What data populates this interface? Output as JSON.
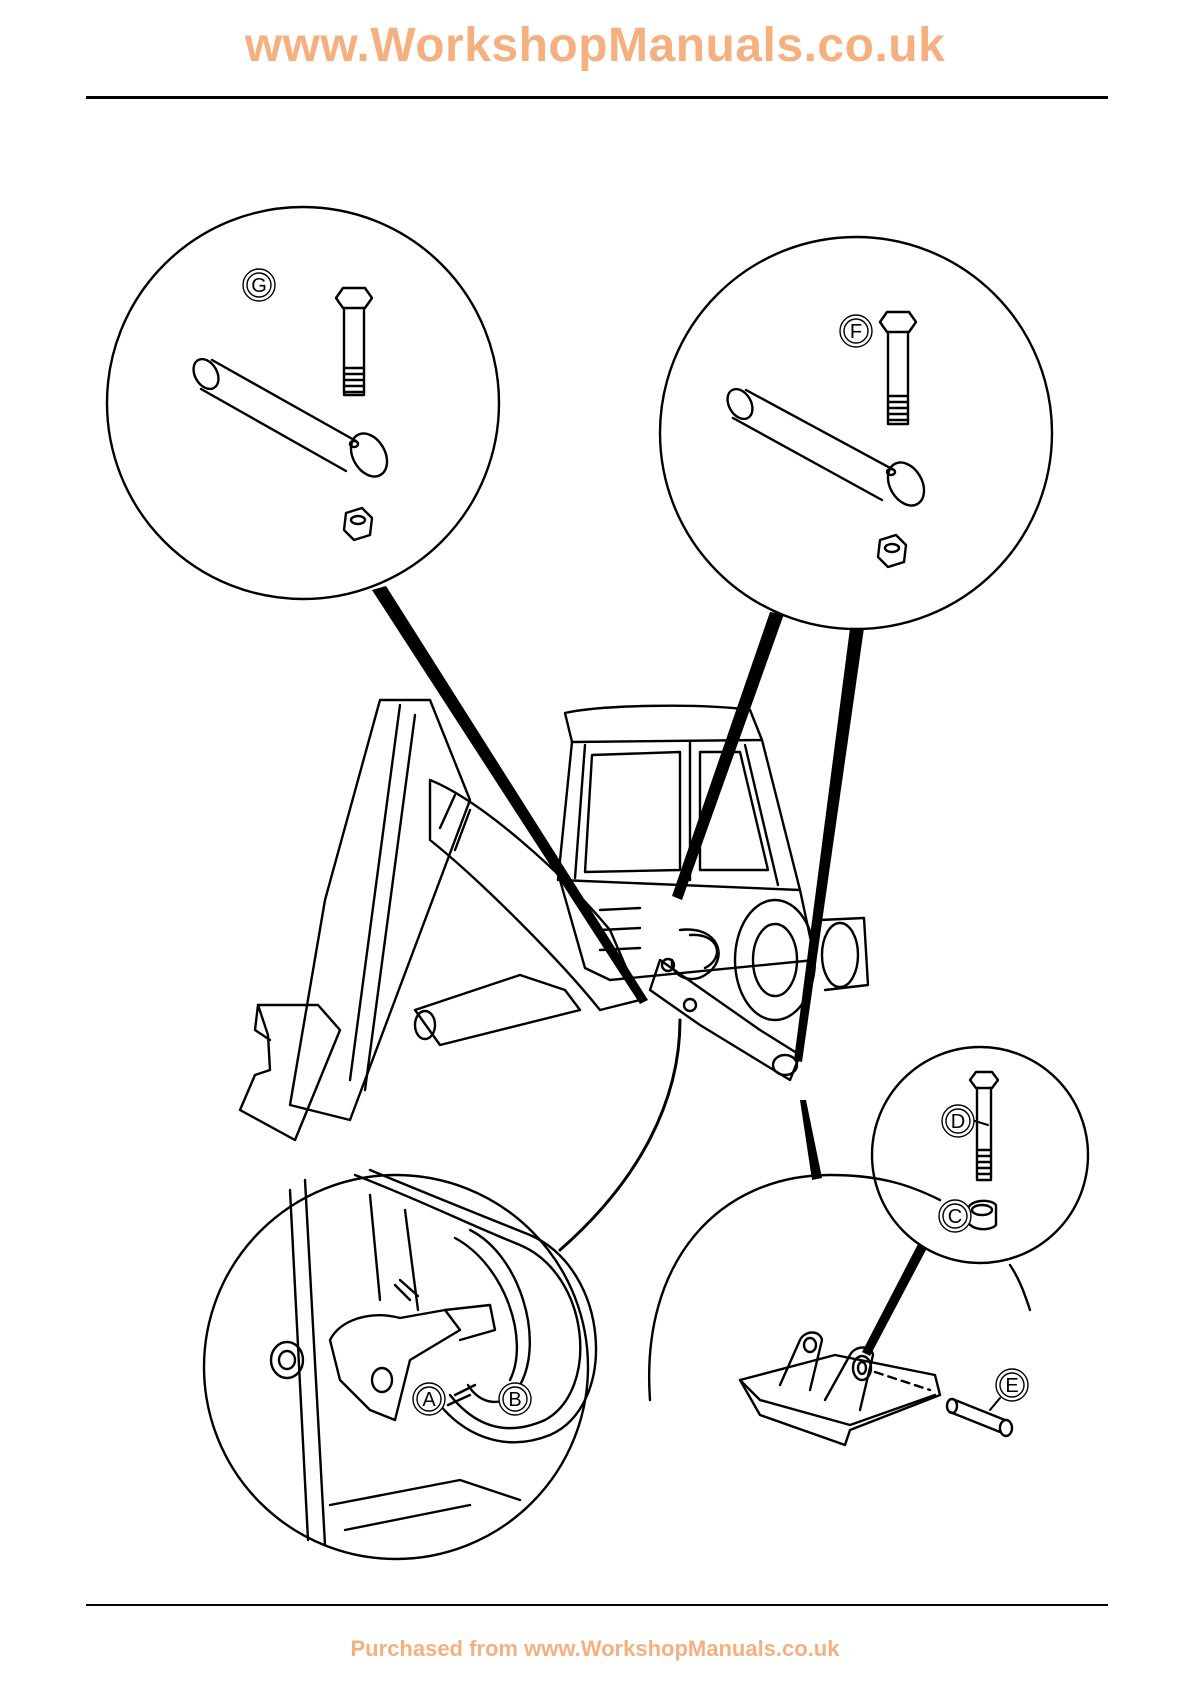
{
  "header": {
    "title": "www.WorkshopManuals.co.uk"
  },
  "footer": {
    "text": "Purchased from www.WorkshopManuals.co.uk"
  },
  "illustration": {
    "subject": "backhoe-dipper-and-bucket-hose-and-pin-detail",
    "callouts": {
      "a": "A",
      "b": "B",
      "c": "C",
      "d": "D",
      "e": "E",
      "f": "F",
      "g": "G"
    }
  }
}
